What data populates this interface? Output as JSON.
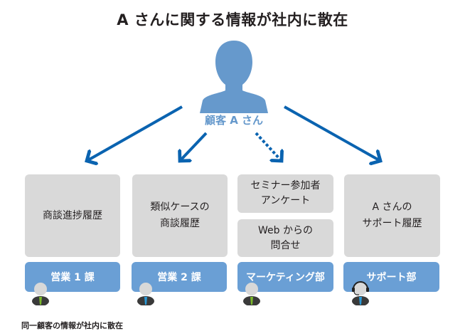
{
  "title": "A さんに関する情報が社内に散在",
  "customer": {
    "label": "顧客 A さん",
    "icon": "person-silhouette-icon"
  },
  "colors": {
    "accent_blue": "#0a63b0",
    "person_blue": "#6699cc",
    "dept_blue": "#6a9fd5",
    "box_gray": "#d9d9d9"
  },
  "columns": [
    {
      "boxes": [
        "商談進捗履歴"
      ],
      "dept": "営業 1 課",
      "avatar": "staff-green-tie-icon",
      "arrow": "solid"
    },
    {
      "boxes": [
        "類似ケースの\n商談履歴"
      ],
      "dept": "営業 2 課",
      "avatar": "staff-blue-tie-icon",
      "arrow": "solid"
    },
    {
      "boxes": [
        "セミナー参加者\nアンケート",
        "Web からの\n問合せ"
      ],
      "dept": "マーケティング部",
      "avatar": "staff-green-tie-icon",
      "arrow": "dotted"
    },
    {
      "boxes": [
        "A さんの\nサポート履歴"
      ],
      "dept": "サポート部",
      "avatar": "staff-headset-icon",
      "arrow": "solid"
    }
  ],
  "caption": "同一顧客の情報が社内に散在"
}
